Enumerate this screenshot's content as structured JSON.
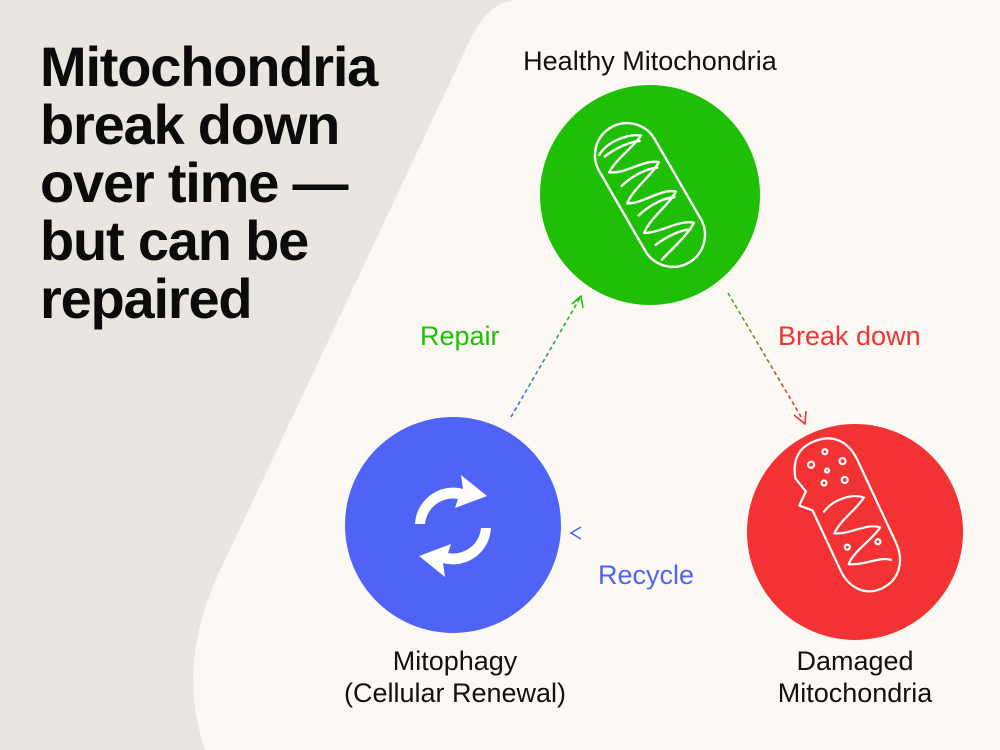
{
  "headline": "Mitochondria break down over time — but can be repaired",
  "nodes": {
    "healthy": {
      "label": "Healthy Mitochondria",
      "color": "#1fbf06",
      "icon": "healthy-mitochondrion-icon"
    },
    "damaged": {
      "label_line1": "Damaged",
      "label_line2": "Mitochondria",
      "color": "#f23233",
      "icon": "damaged-mitochondrion-icon"
    },
    "mitophagy": {
      "label_line1": "Mitophagy",
      "label_line2": "(Cellular Renewal)",
      "color": "#4f63f6",
      "icon": "recycle-arrows-icon"
    }
  },
  "edges": {
    "break_down": {
      "label": "Break down",
      "color": "#f23233"
    },
    "recycle": {
      "label": "Recycle",
      "color": "#4f63f6"
    },
    "repair": {
      "label": "Repair",
      "color": "#1fbf06"
    }
  },
  "colors": {
    "background": "#e9e5e1",
    "panel": "#fcf9f5",
    "text": "#0b0b0b"
  }
}
